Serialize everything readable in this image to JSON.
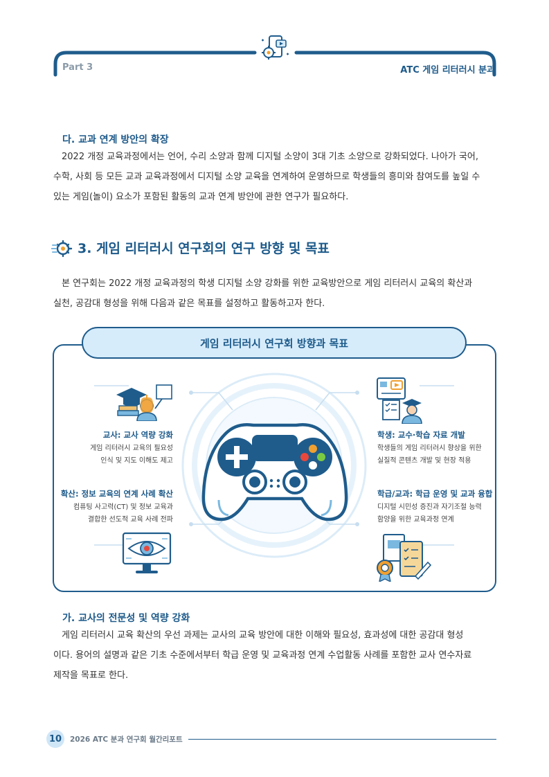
{
  "header": {
    "part": "Part 3",
    "title": "ATC 게임 리터러시 분과"
  },
  "section_da": {
    "title": "다. 교과 연계 방안의 확장",
    "lines": [
      "2022 개정 교육과정에서는 언어, 수리 소양과 함께 디지털 소양이 3대 기초 소양으로 강화되었다. 나아가 국어,",
      "수학, 사회 등 모든 교과 교육과정에서 디지털 소양 교육을 연계하여 운영하므로 학생들의 흥미와 참여도를 높일 수",
      "있는 게임(놀이) 요소가 포함된 활동의 교과 연계 방안에 관한 연구가 필요하다."
    ]
  },
  "section3": {
    "title": "3. 게임 리터러시 연구회의 연구 방향 및 목표",
    "lines": [
      "본 연구회는 2022 개정 교육과정의 학생 디지털 소양 강화를 위한 교육방안으로 게임 리터러시 교육의 확산과",
      "실천, 공감대 형성을 위해 다음과 같은 목표를 설정하고 활동하고자 한다."
    ]
  },
  "diagram": {
    "title": "게임 리터러시 연구회 방향과 목표",
    "goals": {
      "teacher": {
        "title": "교사: 교사 역량 강화",
        "desc": [
          "게임 리터러시 교육의 필요성",
          "인식 및 지도 이해도 제고"
        ]
      },
      "student": {
        "title": "학생: 교수·학습 자료 개발",
        "desc": [
          "학생들의 게임 리터러시 향상을 위한",
          "실질적 콘텐츠 개발 및 현장 적용"
        ]
      },
      "spread": {
        "title": "확산: 정보 교육의 연계 사례 확산",
        "desc": [
          "컴퓨팅 사고력(CT) 및 정보 교육과",
          "결합한 선도적 교육 사례 전파"
        ]
      },
      "school": {
        "title": "학급/교과: 학급 운영 및 교과 융합",
        "desc": [
          "디지털 시민성 증진과 자기조절 능력",
          "함양을 위한 교육과정 연계"
        ]
      }
    },
    "colors": {
      "primary": "#1f5c8c",
      "light": "#d6ecfb",
      "accent": "#f0a030"
    }
  },
  "section_ga": {
    "title": "가. 교사의 전문성 및 역량 강화",
    "lines": [
      "게임 리터러시 교육 확산의 우선 과제는 교사의 교육 방안에 대한 이해와 필요성, 효과성에 대한 공감대 형성",
      "이다. 용어의 설명과 같은 기초 수준에서부터 학급 운영 및 교육과정 연계 수업활동 사례를 포함한 교사 연수자료",
      "제작을 목표로 한다."
    ]
  },
  "footer": {
    "page": "10",
    "text": "2026 ATC 분과 연구회 월간리포트"
  }
}
